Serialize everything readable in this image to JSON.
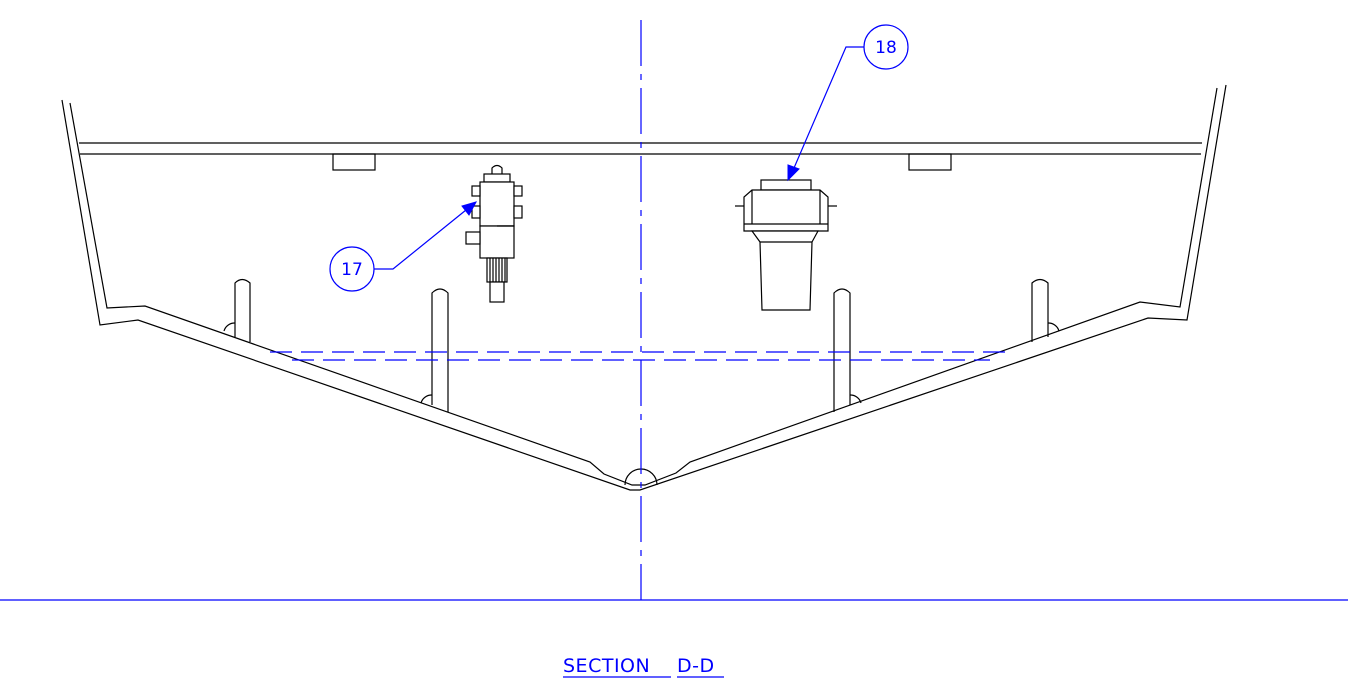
{
  "drawing": {
    "section_word": "SECTION",
    "section_id": "D-D",
    "callouts": [
      {
        "label": "17"
      },
      {
        "label": "18"
      }
    ]
  },
  "colors": {
    "annotation": "#0000ff",
    "linework": "#000000",
    "background": "#ffffff"
  }
}
